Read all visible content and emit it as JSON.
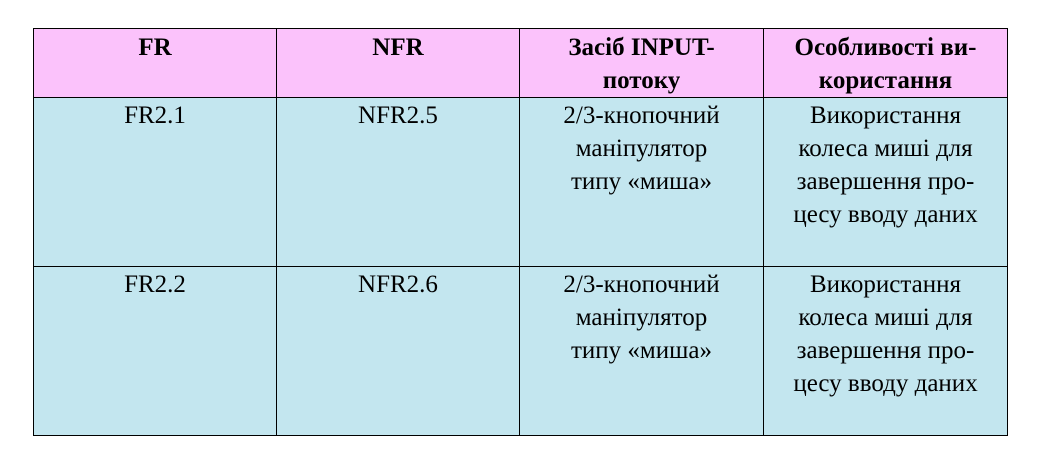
{
  "colors": {
    "header_bg": "#fbc2fb",
    "row_bg": "#c3e6ef",
    "border": "#000000",
    "text": "#000000"
  },
  "table": {
    "headers": [
      {
        "lines": [
          "FR"
        ]
      },
      {
        "lines": [
          "NFR"
        ]
      },
      {
        "lines": [
          "Засіб INPUT-",
          "потоку"
        ]
      },
      {
        "lines": [
          "Особливості ви-",
          "користання"
        ]
      }
    ],
    "rows": [
      {
        "cells": [
          {
            "lines": [
              "FR2.1"
            ]
          },
          {
            "lines": [
              "NFR2.5"
            ]
          },
          {
            "lines": [
              "2/3-кнопочний",
              "маніпулятор",
              "типу «миша»"
            ]
          },
          {
            "lines": [
              "Використання",
              "колеса миші для",
              "завершення про-",
              "цесу вводу даних"
            ]
          }
        ]
      },
      {
        "cells": [
          {
            "lines": [
              "FR2.2"
            ]
          },
          {
            "lines": [
              "NFR2.6"
            ]
          },
          {
            "lines": [
              "2/3-кнопочний",
              "маніпулятор",
              "типу «миша»"
            ]
          },
          {
            "lines": [
              "Використання",
              "колеса миші для",
              "завершення про-",
              "цесу вводу даних"
            ]
          }
        ]
      }
    ]
  }
}
